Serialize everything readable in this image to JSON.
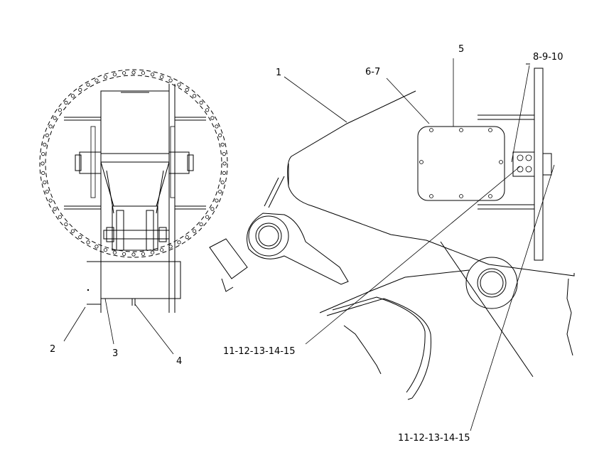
{
  "callouts": {
    "c1": "1",
    "c2": "2",
    "c3": "3",
    "c4": "4",
    "c5": "5",
    "c6_7": "6-7",
    "c8_9_10": "8-9-10",
    "c11_15_a": "11-12-13-14-15",
    "c11_15_b": "11-12-13-14-15"
  },
  "colors": {
    "line": "#000000",
    "background": "#ffffff"
  }
}
